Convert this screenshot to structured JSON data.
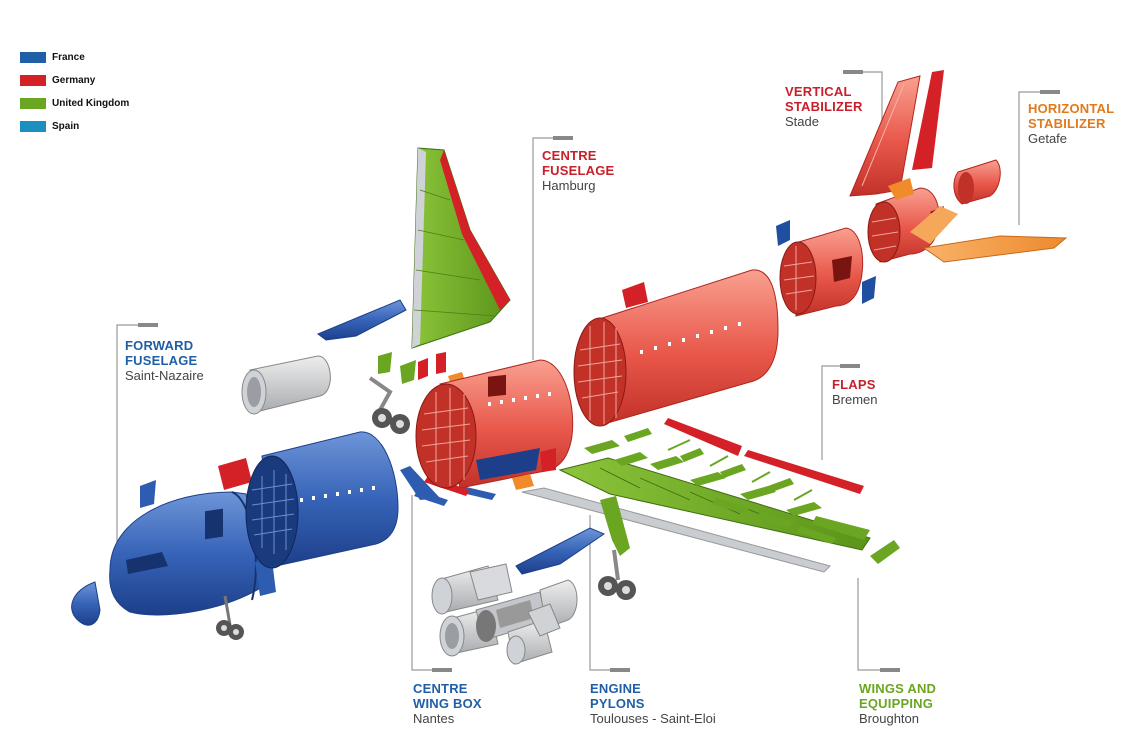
{
  "legend": [
    {
      "label": "France",
      "color": "#1f5fa8"
    },
    {
      "label": "Germany",
      "color": "#d42128"
    },
    {
      "label": "United Kingdom",
      "color": "#6aa621"
    },
    {
      "label": "Spain",
      "color": "#1b8fbf"
    }
  ],
  "callouts": {
    "forward_fuselage": {
      "line1": "FORWARD",
      "line2": "FUSELAGE",
      "city": "Saint-Nazaire",
      "color": "#1f5fa8"
    },
    "centre_fuselage": {
      "line1": "CENTRE",
      "line2": "FUSELAGE",
      "city": "Hamburg",
      "color": "#c8202a"
    },
    "vertical_stabilizer": {
      "line1": "VERTICAL",
      "line2": "STABILIZER",
      "city": "Stade",
      "color": "#c8202a"
    },
    "horizontal_stabilizer": {
      "line1": "HORIZONTAL",
      "line2": "STABILIZER",
      "city": "Getafe",
      "color": "#e07a1c"
    },
    "flaps": {
      "line1": "FLAPS",
      "line2": "",
      "city": "Bremen",
      "color": "#c8202a"
    },
    "centre_wing_box": {
      "line1": "CENTRE",
      "line2": "WING BOX",
      "city": "Nantes",
      "color": "#1f5fa8"
    },
    "engine_pylons": {
      "line1": "ENGINE",
      "line2": "PYLONS",
      "city": "Toulouses - Saint-Eloi",
      "color": "#1f5fa8"
    },
    "wings_equipping": {
      "line1": "WINGS AND",
      "line2": "EQUIPPING",
      "city": "Broughton",
      "color": "#6aa621"
    }
  },
  "colors": {
    "france": "#1f5fa8",
    "germany": "#d42128",
    "uk": "#6aa621",
    "spain": "#1b8fbf",
    "spain_orange": "#f08a2a",
    "grey": "#b5b8bc"
  }
}
